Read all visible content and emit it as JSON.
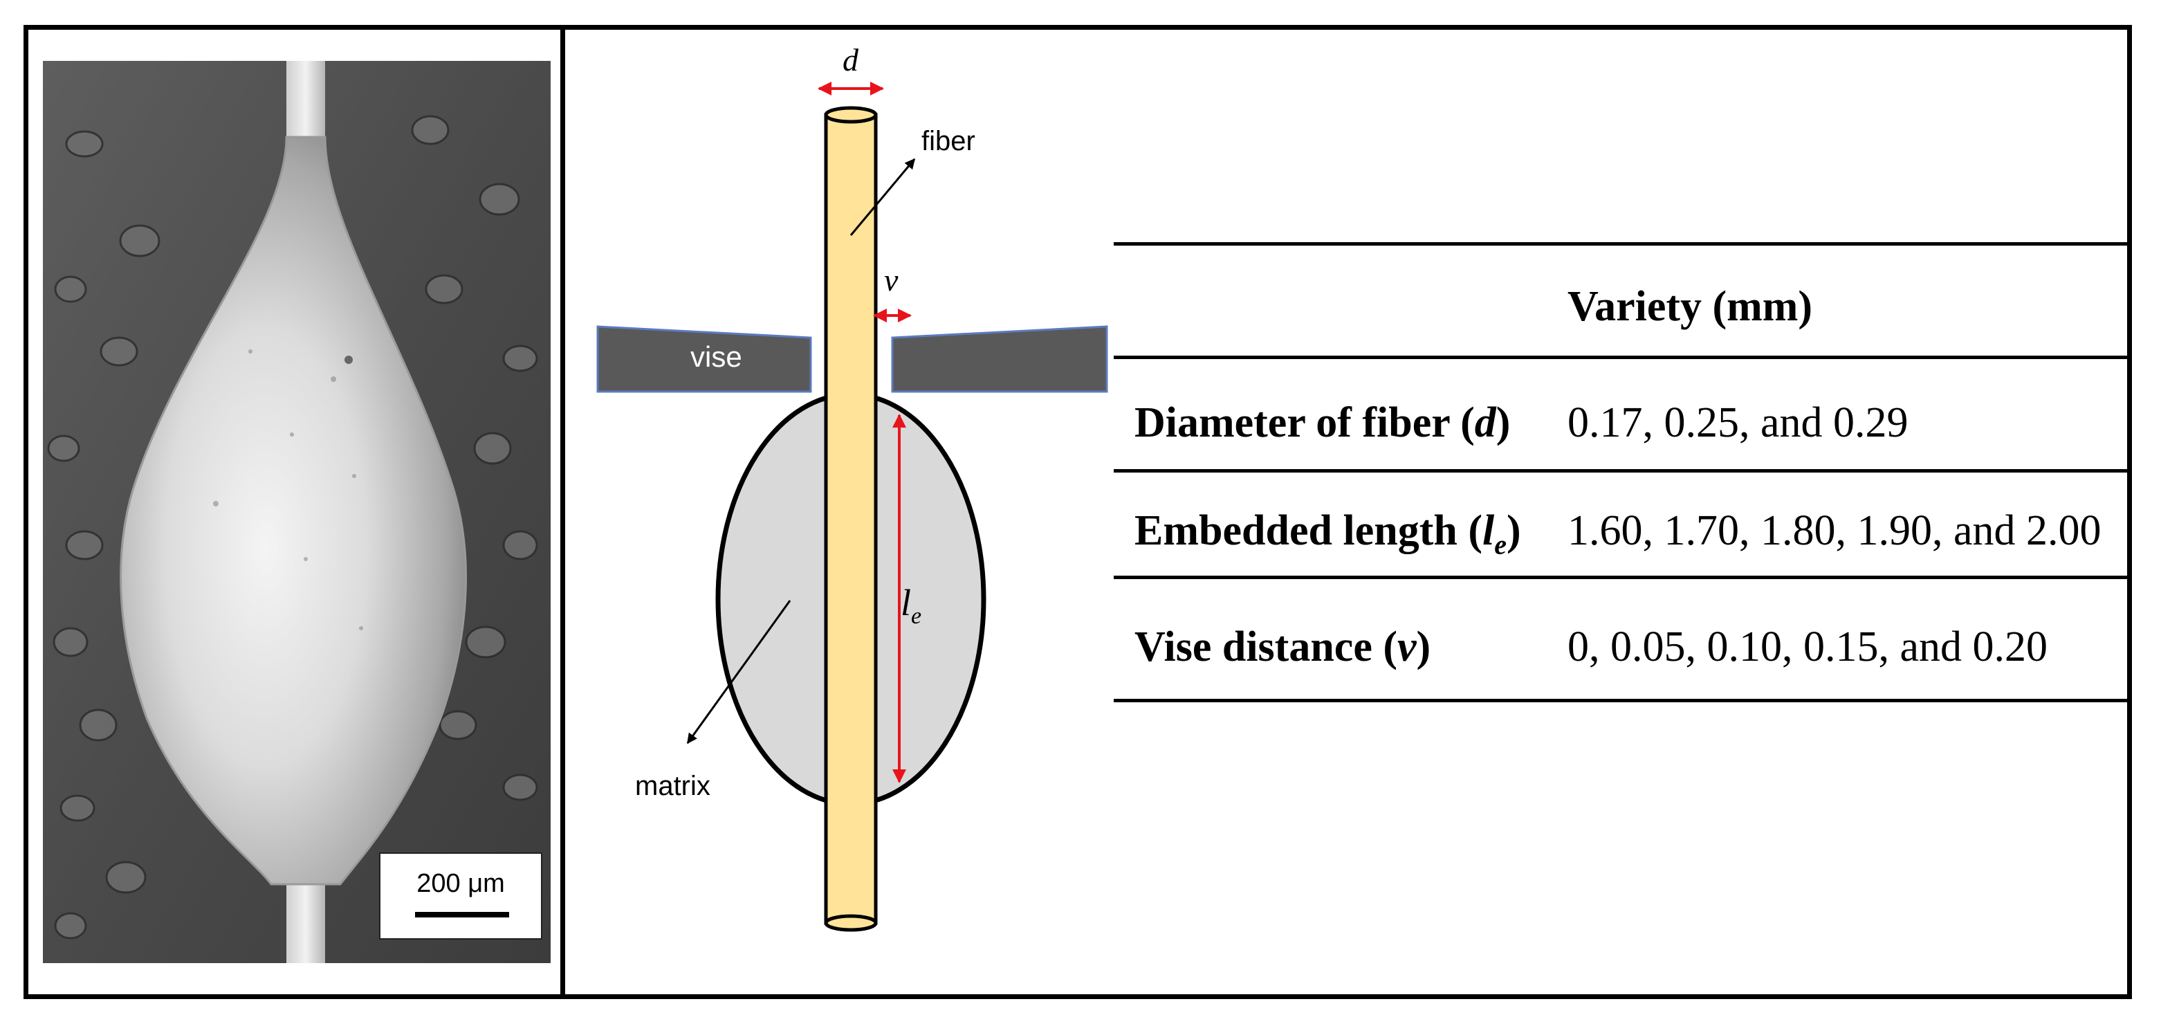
{
  "micrograph": {
    "scale_bar_label": "200 μm"
  },
  "schematic": {
    "diameter_symbol": "d",
    "vise_distance_symbol": "v",
    "embedded_length_symbol": "l",
    "embedded_length_subscript": "e",
    "fiber_label": "fiber",
    "vise_label": "vise",
    "matrix_label": "matrix",
    "colors": {
      "fiber": "#ffe399",
      "matrix": "#d9d9d9",
      "vise": "#595959",
      "dimension_arrows": "#e8141b"
    }
  },
  "table": {
    "header": "Variety (mm)",
    "rows": [
      {
        "param_prefix": "Diameter of fiber (",
        "param_symbol": "d",
        "param_subscript": "",
        "param_suffix": ")",
        "values": "0.17, 0.25, and 0.29"
      },
      {
        "param_prefix": "Embedded length (",
        "param_symbol": "l",
        "param_subscript": "e",
        "param_suffix": ")",
        "values": "1.60, 1.70, 1.80, 1.90, and 2.00"
      },
      {
        "param_prefix": "Vise distance (",
        "param_symbol": "v",
        "param_subscript": "",
        "param_suffix": ")",
        "values": "0, 0.05, 0.10, 0.15, and 0.20"
      }
    ]
  }
}
